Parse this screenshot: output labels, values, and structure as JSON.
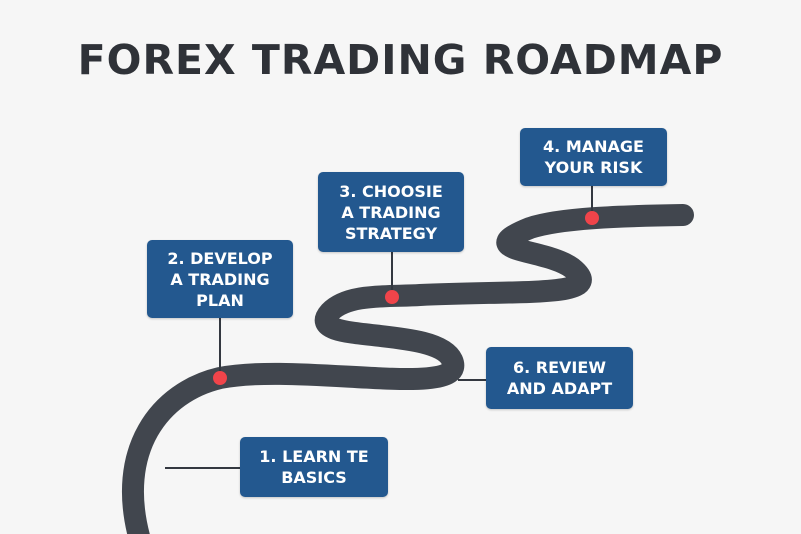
{
  "title": "FOREX TRADING ROADMAP",
  "colors": {
    "box": "#23588f",
    "road": "#41464e",
    "marker": "#f0444a",
    "text": "#2f3238"
  },
  "steps": [
    {
      "line1": "1. LEARN TE",
      "line2": "BASICS"
    },
    {
      "line1": "2. DEVELOP",
      "line2": "A TRADING",
      "line3": "PLAN"
    },
    {
      "line1": "3. CHOOSIE",
      "line2": "A TRADING",
      "line3": "STRATEGY"
    },
    {
      "line1": "4. MANAGE",
      "line2": "YOUR RISK"
    },
    {
      "line1": "6. REVIEW",
      "line2": "AND ADAPT"
    }
  ]
}
